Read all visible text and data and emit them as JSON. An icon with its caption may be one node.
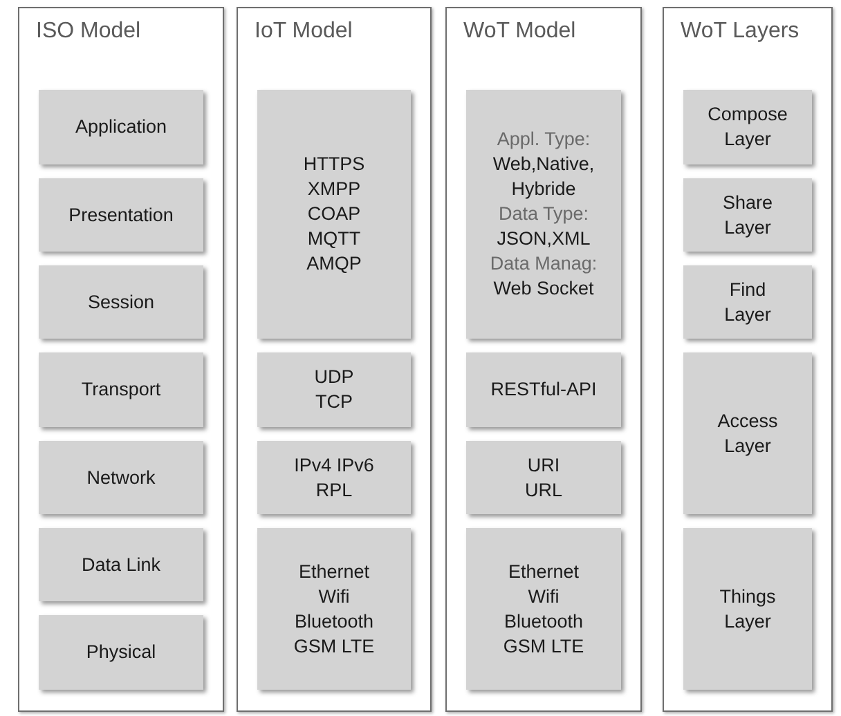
{
  "diagram": {
    "nodes": [
      {
        "text": [
          "ISO Model"
        ]
      },
      {
        "text": [
          "Application"
        ],
        "in": 0
      },
      {
        "text": [
          "Presentation"
        ],
        "in": 0
      },
      {
        "text": [
          "Session"
        ],
        "in": 0
      },
      {
        "text": [
          "Transport"
        ],
        "in": 0
      },
      {
        "text": [
          "Network"
        ],
        "in": 0
      },
      {
        "text": [
          "Data Link"
        ],
        "in": 0
      },
      {
        "text": [
          "Physical"
        ],
        "in": 0
      },
      {
        "text": [
          "IoT Model"
        ]
      },
      {
        "text": [
          "HTTPS",
          "XMPP",
          "COAP",
          "MQTT",
          "AMQP"
        ],
        "in": 8
      },
      {
        "text": [
          "UDP",
          "TCP"
        ],
        "in": 8
      },
      {
        "text": [
          "IPv4 IPv6",
          "RPL"
        ],
        "in": 8
      },
      {
        "text": [
          "Ethernet",
          "Wifi",
          "Bluetooth",
          "GSM LTE"
        ],
        "in": 8
      },
      {
        "text": [
          "WoT Model"
        ]
      },
      {
        "text": [
          "Appl. Type:",
          "Web,Native, Hybride",
          "Data Type:",
          "JSON,XML",
          "Data Manag:",
          "Web Socket"
        ],
        "in": 13
      },
      {
        "text": [
          "RESTful-API"
        ],
        "in": 13
      },
      {
        "text": [
          "URI",
          "URL"
        ],
        "in": 13
      },
      {
        "text": [
          "Ethernet",
          "Wifi",
          "Bluetooth",
          "GSM LTE"
        ],
        "in": 13
      },
      {
        "text": [
          "WoT Layers"
        ]
      },
      {
        "text": [
          "Compose Layer"
        ],
        "in": 18
      },
      {
        "text": [
          "Share Layer"
        ],
        "in": 18
      },
      {
        "text": [
          "Find Layer"
        ],
        "in": 18
      },
      {
        "text": [
          "Access Layer"
        ],
        "in": 18
      },
      {
        "text": [
          "Things Layer"
        ],
        "in": 18
      }
    ]
  }
}
